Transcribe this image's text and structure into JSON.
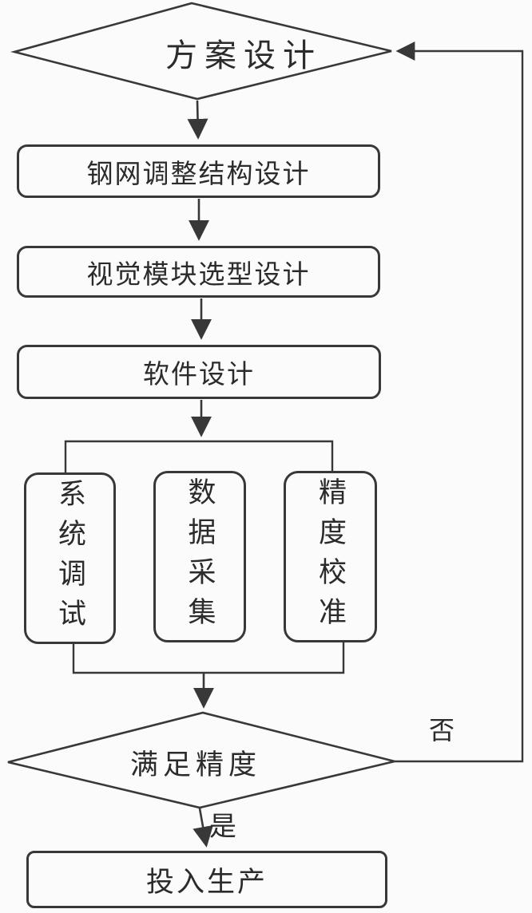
{
  "diagram": {
    "type": "flowchart",
    "nodes": {
      "scheme_design": {
        "shape": "diamond",
        "label": "方案设计"
      },
      "steel_mesh_design": {
        "shape": "process",
        "label": "钢网调整结构设计"
      },
      "vision_module_design": {
        "shape": "process",
        "label": "视觉模块选型设计"
      },
      "software_design": {
        "shape": "process",
        "label": "软件设计"
      },
      "system_debug": {
        "shape": "process",
        "label": "系统调试"
      },
      "data_collection": {
        "shape": "process",
        "label": "数据采集"
      },
      "precision_calibration": {
        "shape": "process",
        "label": "精度校准"
      },
      "meets_precision": {
        "shape": "diamond",
        "label": "满足精度"
      },
      "production": {
        "shape": "process",
        "label": "投入生产"
      }
    },
    "branch_labels": {
      "yes": "是",
      "no": "否"
    },
    "colors": {
      "line": "#383838",
      "background": "#fbfbfb"
    }
  }
}
